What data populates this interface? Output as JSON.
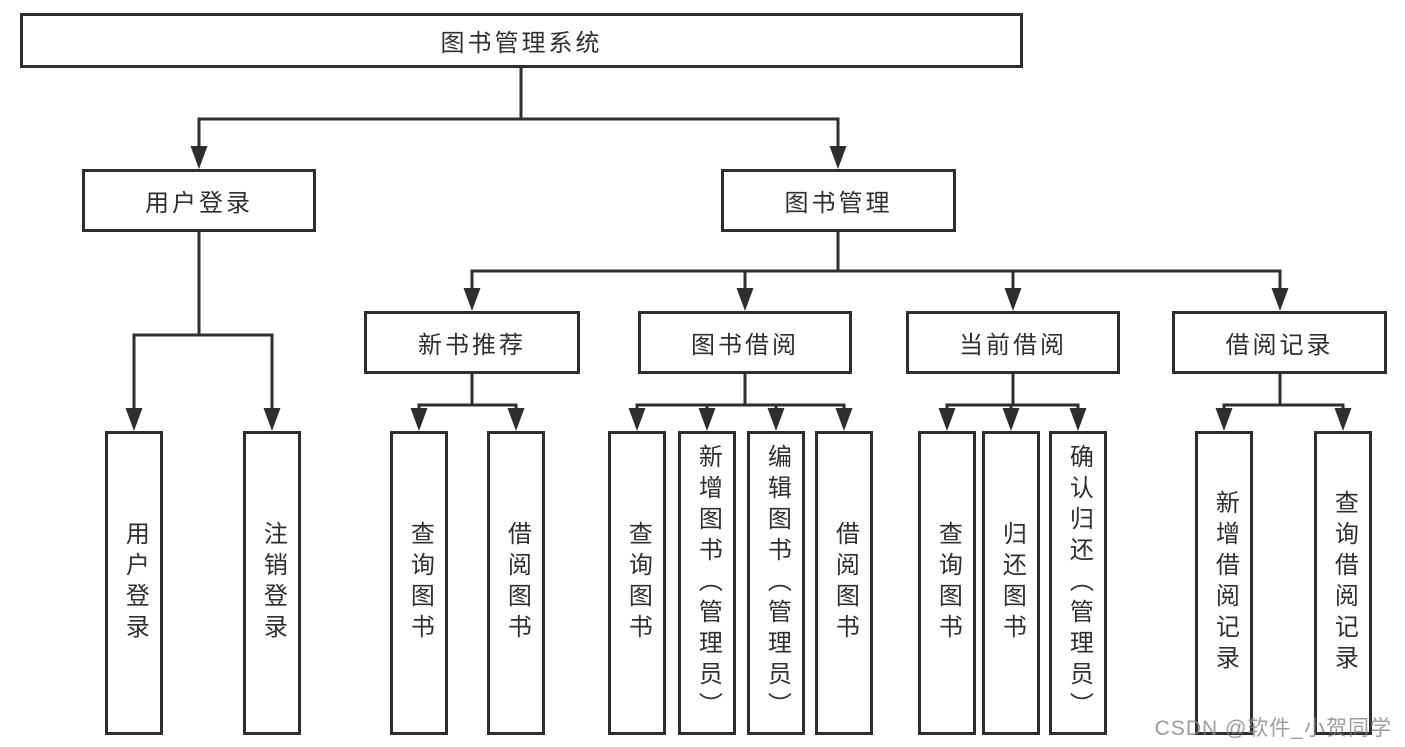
{
  "diagram_title": "图书管理系统",
  "nodes": {
    "root": "图书管理系统",
    "user_login": "用户登录",
    "book_mgmt": "图书管理",
    "new_books": "新书推荐",
    "book_borrow": "图书借阅",
    "current_borrow": "当前借阅",
    "borrow_records": "借阅记录",
    "ul_login": "用户登录",
    "ul_logout": "注销登录",
    "nb_query": "查询图书",
    "nb_borrow": "借阅图书",
    "bb_query": "查询图书",
    "bb_add": "新增图书（管理员）",
    "bb_edit": "编辑图书（管理员）",
    "bb_borrow": "借阅图书",
    "cb_query": "查询图书",
    "cb_return": "归还图书",
    "cb_confirm": "确认归还（管理员）",
    "br_add": "新增借阅记录",
    "br_query": "查询借阅记录"
  },
  "watermark": "CSDN @软件_小贺同学",
  "colors": {
    "line": "#2e2e2e",
    "border": "#2e2e2e",
    "text": "#2f2f2f",
    "watermark": "#868686",
    "background": "#ffffff"
  }
}
